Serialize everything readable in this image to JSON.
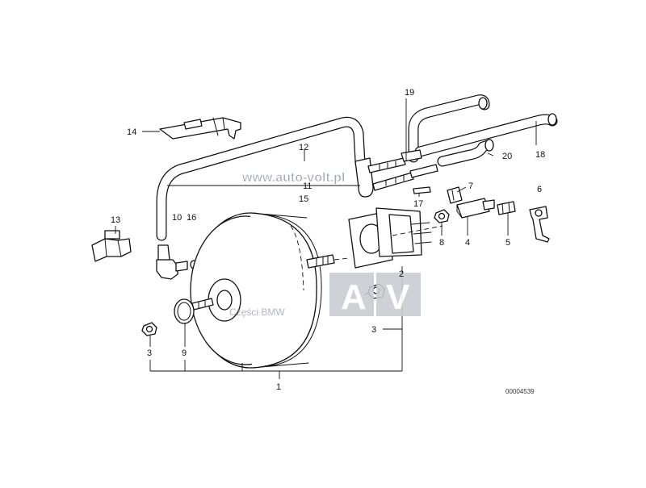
{
  "diagram": {
    "part_numbers": [
      "1",
      "2",
      "3",
      "3",
      "4",
      "5",
      "6",
      "7",
      "8",
      "9",
      "10",
      "11",
      "12",
      "13",
      "14",
      "15",
      "16",
      "17",
      "18",
      "19",
      "20"
    ],
    "drawing_id": "00004539"
  },
  "watermark": {
    "url": "www.auto-volt.pl",
    "logo_a": "A",
    "logo_v": "V",
    "caption": "Części BMW"
  }
}
